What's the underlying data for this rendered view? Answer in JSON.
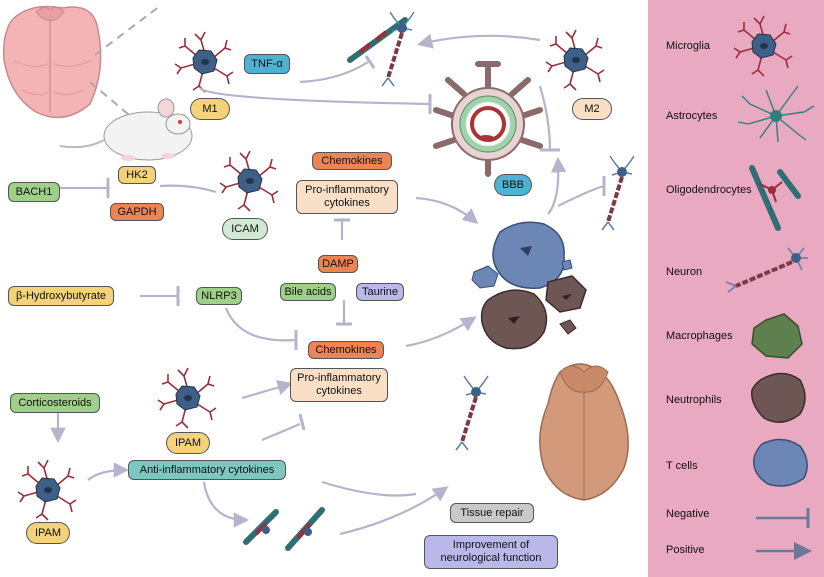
{
  "colors": {
    "green": "#9fd089",
    "yellow": "#f3d27a",
    "orange": "#ec8553",
    "cyan": "#4fb2d4",
    "lavender": "#b9b8e8",
    "teal": "#7cc8c0",
    "mint": "#cfe9d3",
    "peach": "#f9dfc5",
    "grey": "#c9c9c9",
    "microglia_body": "#3e5f86",
    "microglia_branch": "#9a2f3a",
    "legend_bg": "#e8a9c1",
    "arrow": "#b4b4cc"
  },
  "labels": {
    "tnf": "TNF-α",
    "m1": "M1",
    "m2": "M2",
    "bach1": "BACH1",
    "hk2": "HK2",
    "gapdh": "GAPDH",
    "icam": "ICAM",
    "chemokines_top": "Chemokines",
    "proinflam_top": "Pro-inflammatory cytokines",
    "bbb": "BBB",
    "damp": "DAMP",
    "bile_acids": "Bile acids",
    "taurine": "Taurine",
    "bhb": "β-Hydroxybutyrate",
    "nlrp3": "NLRP3",
    "chemokines_mid": "Chemokines",
    "proinflam_mid": "Pro-inflammatory cytokines",
    "corticosteroids": "Corticosteroids",
    "ipam_mid": "IPAM",
    "antiinflam": "Anti-inflammatory cytokines",
    "ipam_low": "IPAM",
    "tissue_repair": "Tissue repair",
    "neuro_function": "Improvement of neurological function"
  },
  "legend": {
    "microglia": "Microglia",
    "astrocytes": "Astrocytes",
    "oligodendrocytes": "Oligodendrocytes",
    "neuron": "Neuron",
    "macrophages": "Macrophages",
    "neutrophils": "Neutrophils",
    "tcells": "T cells",
    "negative": "Negative",
    "positive": "Positive"
  }
}
